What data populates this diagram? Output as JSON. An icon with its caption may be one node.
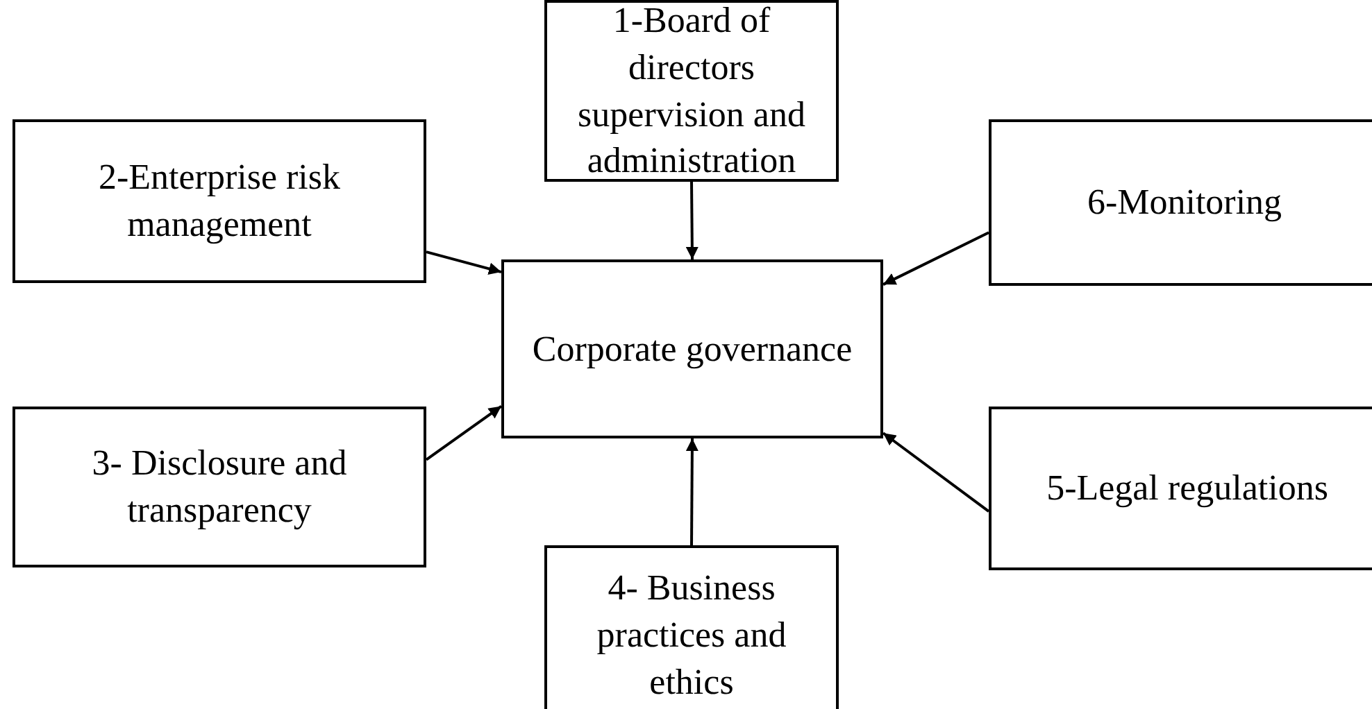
{
  "diagram": {
    "nodes": [
      {
        "text": [
          "1-Board of directors supervision and administration"
        ]
      },
      {
        "text": [
          "2-Enterprise risk management"
        ]
      },
      {
        "text": [
          "6-Monitoring"
        ]
      },
      {
        "text": [
          "Corporate governance"
        ]
      },
      {
        "text": [
          "3- Disclosure and transparency"
        ]
      },
      {
        "text": [
          "5-Legal regulations"
        ]
      },
      {
        "text": [
          "4- Business practices and ethics"
        ]
      }
    ],
    "edges": [
      {
        "from": 0,
        "to": 3,
        "arrow": "to"
      },
      {
        "from": 1,
        "to": 3,
        "arrow": "to"
      },
      {
        "from": 2,
        "to": 3,
        "arrow": "to"
      },
      {
        "from": 4,
        "to": 3,
        "arrow": "to"
      },
      {
        "from": 5,
        "to": 3,
        "arrow": "to"
      },
      {
        "from": 6,
        "to": 3,
        "arrow": "to"
      }
    ]
  }
}
